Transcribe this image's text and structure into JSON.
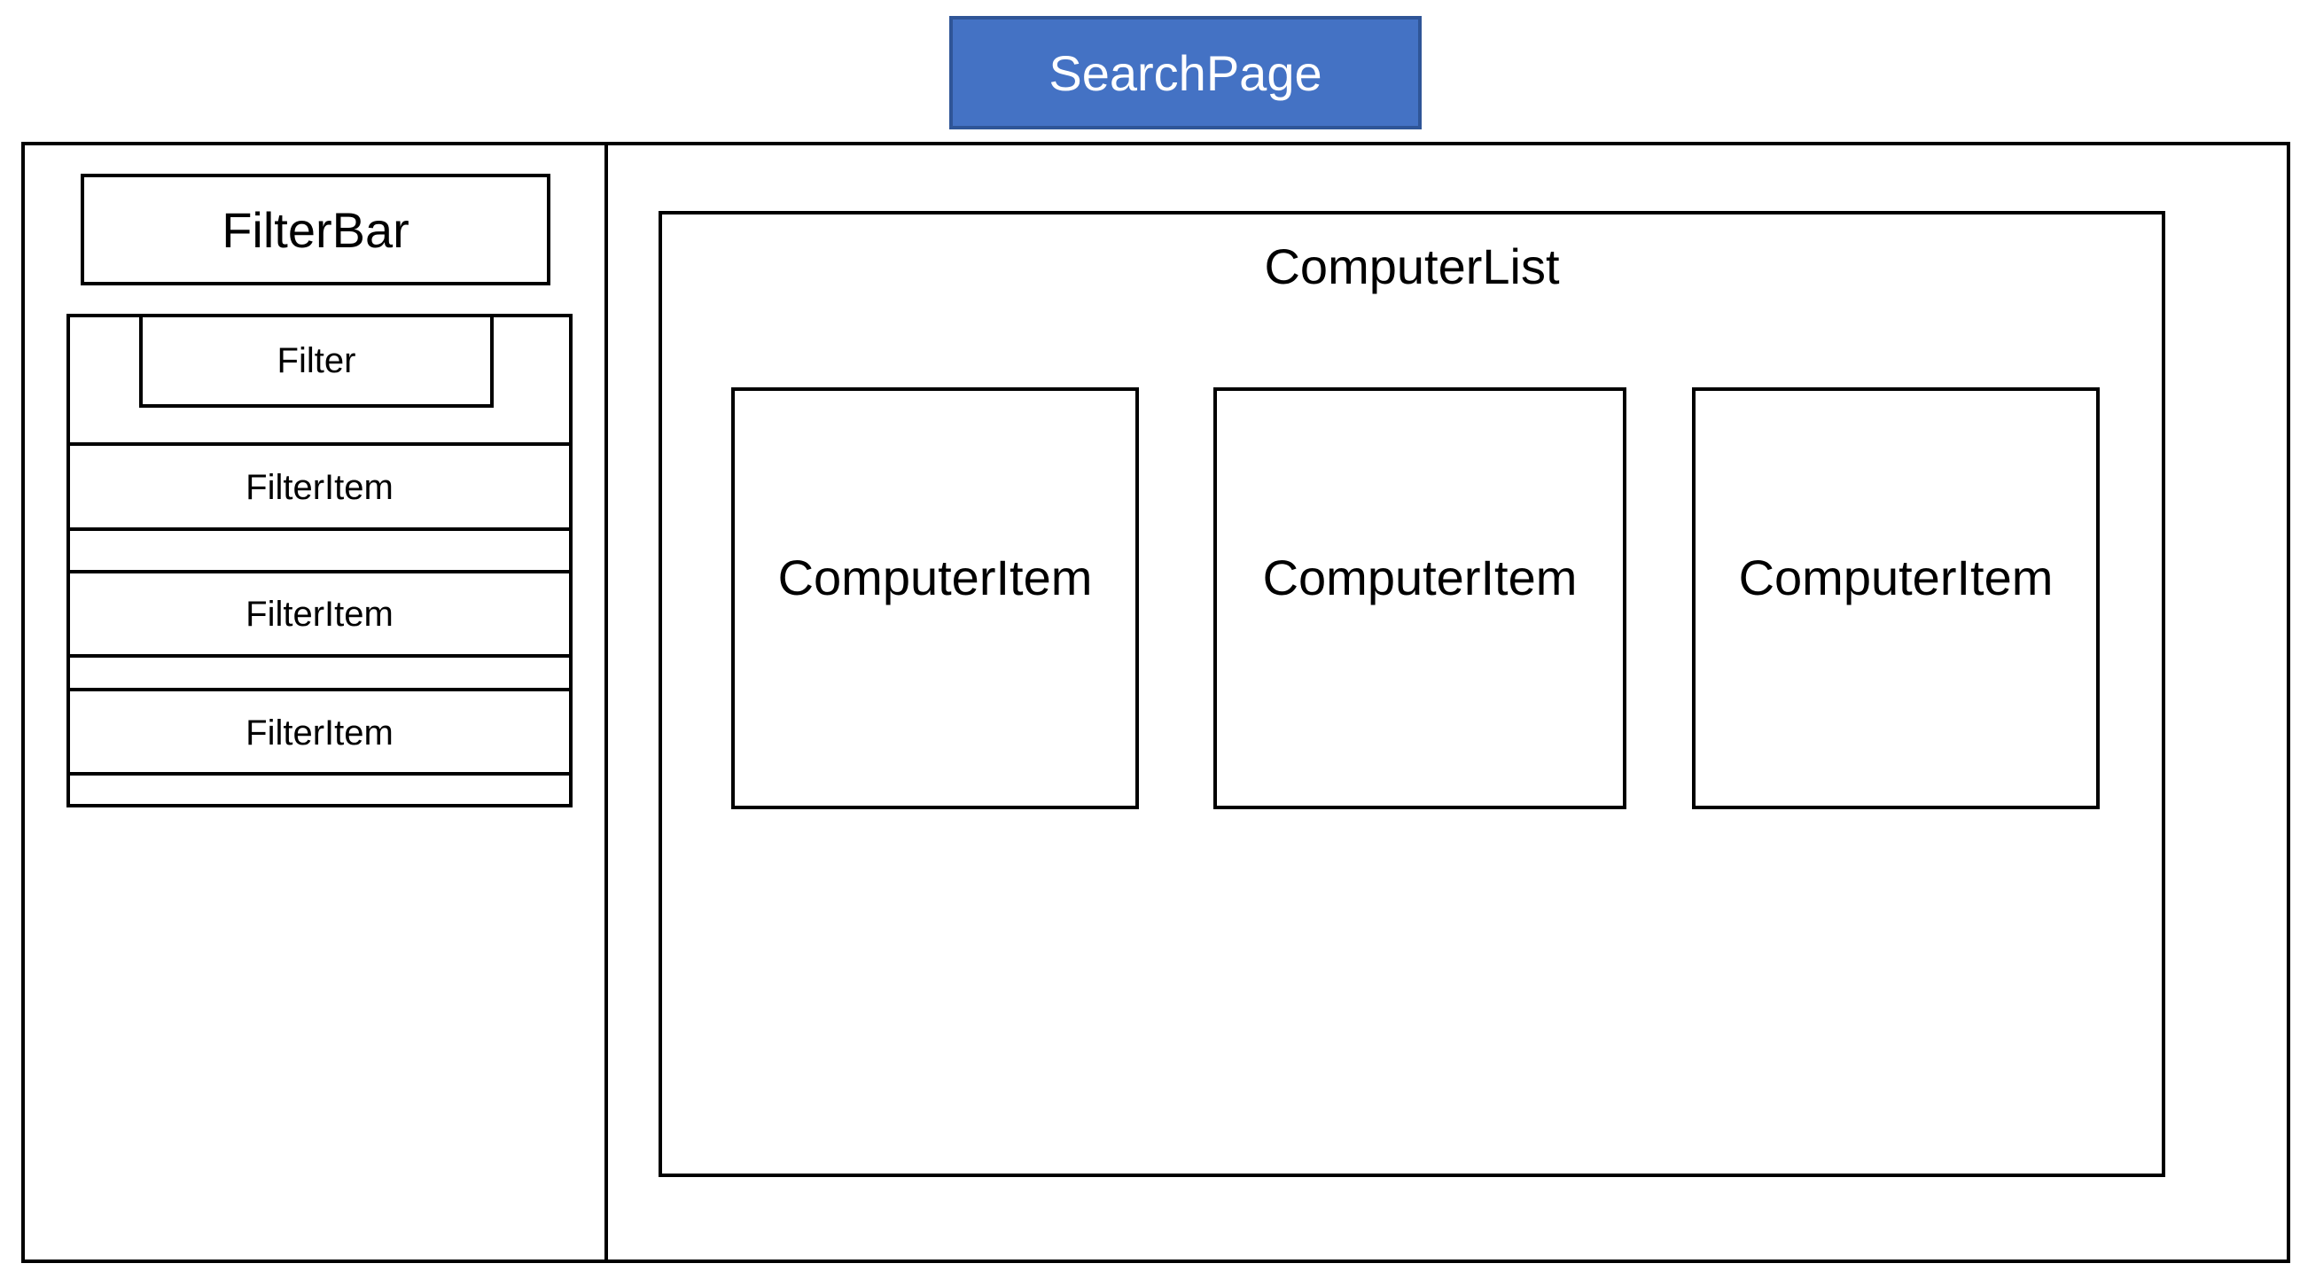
{
  "diagram": {
    "title": "SearchPage",
    "filter_bar": {
      "label": "FilterBar",
      "filter_label": "Filter",
      "items": [
        "FilterItem",
        "FilterItem",
        "FilterItem"
      ]
    },
    "computer_list": {
      "label": "ComputerList",
      "items": [
        "ComputerItem",
        "ComputerItem",
        "ComputerItem"
      ]
    }
  },
  "colors": {
    "title_fill": "#4472c4",
    "title_border": "#2f5597",
    "title_text": "#ffffff",
    "stroke": "#000000",
    "background": "#ffffff"
  }
}
